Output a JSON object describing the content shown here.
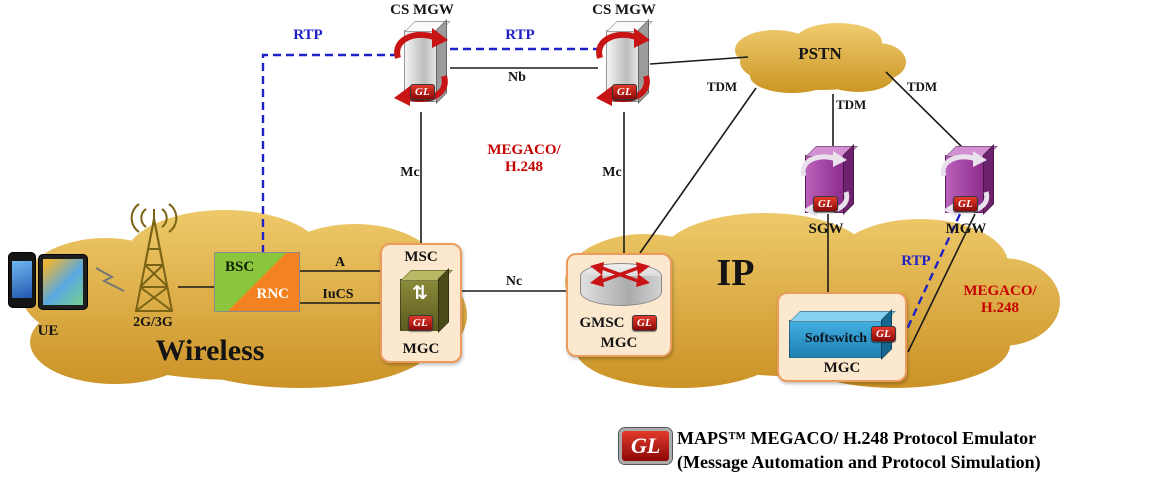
{
  "gl": "GL",
  "colors": {
    "cloud_gold": "#D9A437",
    "rtp_blue": "#2121C8",
    "megaco_red": "#C40000",
    "panel_fill": "#FCE8CE",
    "panel_border": "#EB9B5C"
  },
  "wireless": {
    "cloud_label": "Wireless",
    "ue_label": "UE",
    "ran_label": "2G/3G",
    "bsc_label": "BSC",
    "rnc_label": "RNC"
  },
  "nodes": {
    "msc": {
      "title": "MSC",
      "role": "MGC"
    },
    "cs_mgw_left": {
      "title": "CS MGW"
    },
    "cs_mgw_right": {
      "title": "CS MGW"
    },
    "gmsc": {
      "title": "GMSC",
      "role": "MGC"
    },
    "pstn": {
      "label": "PSTN"
    },
    "ip": {
      "label": "IP"
    },
    "sgw": {
      "label": "SGW"
    },
    "mgw": {
      "label": "MGW"
    },
    "softswitch": {
      "title": "Softswitch",
      "role": "MGC"
    }
  },
  "links": {
    "rtp_left": "RTP",
    "rtp_mid": "RTP",
    "rtp_right": "RTP",
    "nb": "Nb",
    "nc": "Nc",
    "mc_left": "Mc",
    "mc_right": "Mc",
    "a_interface": "A",
    "iucs": "IuCS",
    "tdm_gmsc": "TDM",
    "tdm_sgw": "TDM",
    "tdm_mgw": "TDM",
    "megaco_top": "MEGACO/\nH.248",
    "megaco_right": "MEGACO/\nH.248"
  },
  "legend": {
    "badge": "GL",
    "line1": "MAPS™ MEGACO/ H.248 Protocol Emulator",
    "line2": "(Message Automation and Protocol Simulation)"
  }
}
